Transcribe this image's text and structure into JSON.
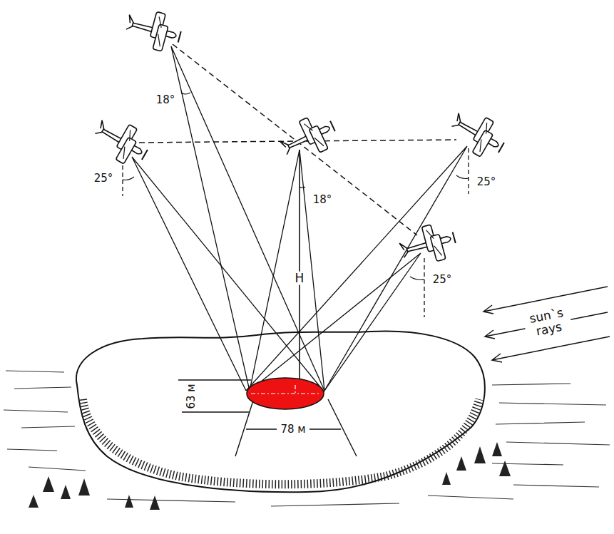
{
  "diagram": {
    "labels": [
      "18°",
      "25°",
      "18°",
      "25°",
      "25°",
      "H",
      "63 м",
      "78 м",
      "sun`s rays"
    ]
  }
}
